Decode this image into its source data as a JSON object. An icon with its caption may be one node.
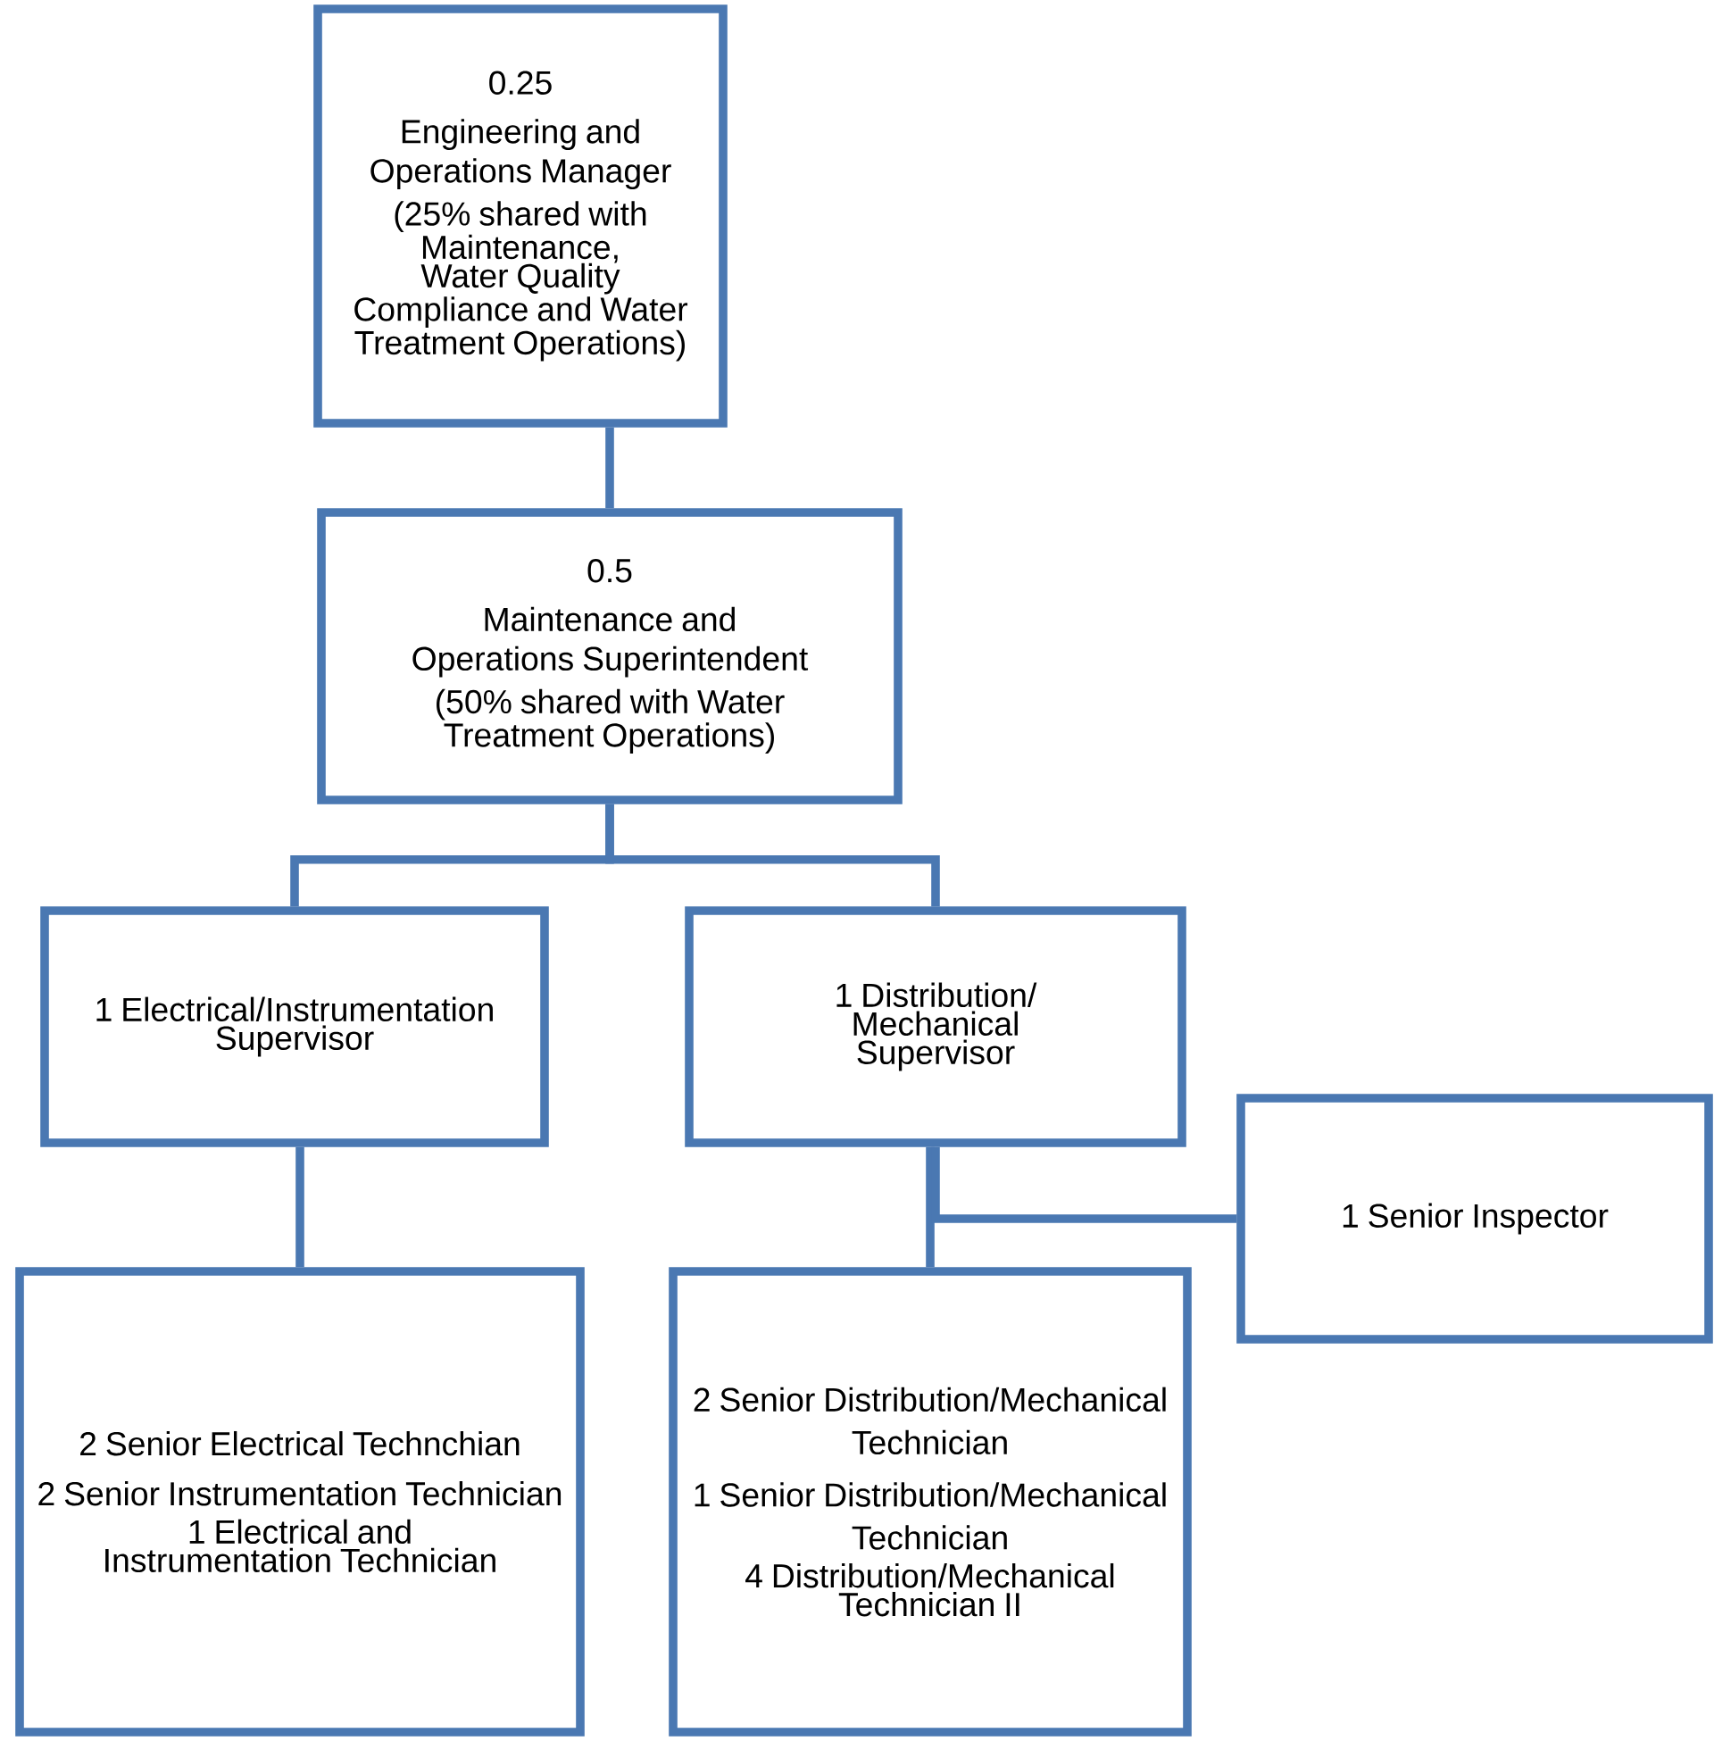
{
  "diagram": {
    "nodes": [
      {
        "text": [
          "0.25",
          "Engineering and Operations Manager",
          "(25% shared with Maintenance, Water Quality Compliance and Water Treatment Operations)"
        ]
      },
      {
        "text": [
          "0.5",
          "Maintenance and Operations Superintendent",
          "(50% shared with Water Treatment Operations)"
        ]
      },
      {
        "text": [
          "1 Electrical/Instrumentation Supervisor"
        ]
      },
      {
        "text": [
          "1 Distribution/ Mechanical Supervisor"
        ]
      },
      {
        "text": [
          "1 Senior Inspector"
        ]
      },
      {
        "text": [
          "2 Senior Electrical Technchian",
          "2 Senior Instrumentation Technician",
          "1 Electrical and Instrumentation Technician"
        ]
      },
      {
        "text": [
          "2 Senior Distribution/Mechanical Technician",
          "1 Senior Distribution/Mechanical Technician",
          "4 Distribution/Mechanical Technician II"
        ]
      }
    ],
    "edges": [
      {
        "from": 0,
        "to": 1,
        "arrow": "none"
      },
      {
        "from": 1,
        "to": 2,
        "arrow": "none"
      },
      {
        "from": 1,
        "to": 3,
        "arrow": "none"
      },
      {
        "from": 2,
        "to": 5,
        "arrow": "none"
      },
      {
        "from": 3,
        "to": 6,
        "arrow": "none"
      },
      {
        "from": 3,
        "to": 4,
        "arrow": "none"
      }
    ]
  }
}
